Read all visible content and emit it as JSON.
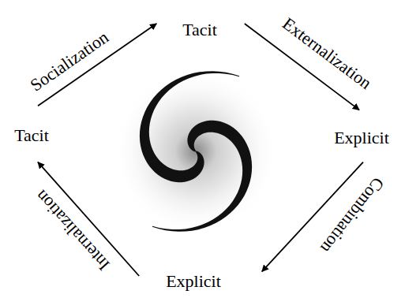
{
  "diagram": {
    "nodes": [
      {
        "text": [
          "Tacit"
        ]
      },
      {
        "text": [
          "Explicit"
        ]
      },
      {
        "text": [
          "Explicit"
        ]
      },
      {
        "text": [
          "Tacit"
        ]
      }
    ],
    "edges": [
      {
        "from": 3,
        "to": 0,
        "arrow": "to",
        "label": "Socialization"
      },
      {
        "from": 0,
        "to": 1,
        "arrow": "to",
        "label": "Externalization"
      },
      {
        "from": 1,
        "to": 2,
        "arrow": "to",
        "label": "Combination"
      },
      {
        "from": 2,
        "to": 3,
        "arrow": "to",
        "label": "Internalization"
      }
    ]
  }
}
